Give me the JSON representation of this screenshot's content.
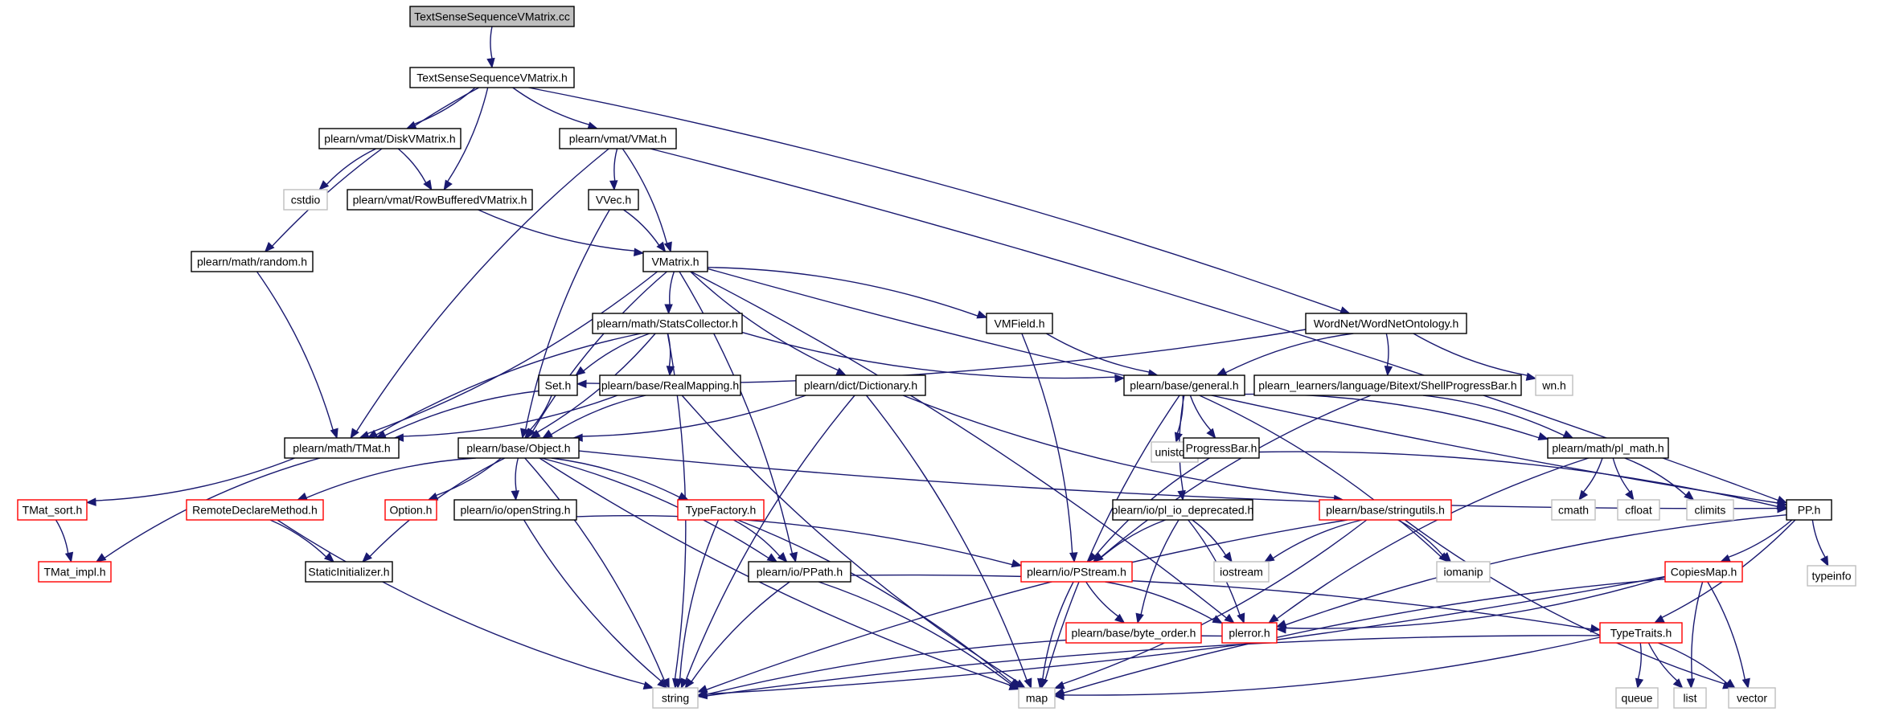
{
  "colors": {
    "edge": "#191970",
    "root_fill": "#bfbfbf",
    "node_border": "#000000",
    "incomplete_border": "#ff0000",
    "external_border": "#bfbfbf"
  },
  "nodes": [
    {
      "id": "root",
      "label": "TextSenseSequenceVMatrix.cc",
      "kind": "root"
    },
    {
      "id": "tssvm",
      "label": "TextSenseSequenceVMatrix.h",
      "kind": "black"
    },
    {
      "id": "disk",
      "label": "plearn/vmat/DiskVMatrix.h",
      "kind": "black"
    },
    {
      "id": "vmat",
      "label": "plearn/vmat/VMat.h",
      "kind": "black"
    },
    {
      "id": "cstdio",
      "label": "cstdio",
      "kind": "gray"
    },
    {
      "id": "rowbuf",
      "label": "plearn/vmat/RowBufferedVMatrix.h",
      "kind": "black"
    },
    {
      "id": "vvec",
      "label": "VVec.h",
      "kind": "black"
    },
    {
      "id": "random",
      "label": "plearn/math/random.h",
      "kind": "black"
    },
    {
      "id": "vmatrix",
      "label": "VMatrix.h",
      "kind": "black"
    },
    {
      "id": "stats",
      "label": "plearn/math/StatsCollector.h",
      "kind": "black"
    },
    {
      "id": "vmfield",
      "label": "VMField.h",
      "kind": "black"
    },
    {
      "id": "wordnet",
      "label": "WordNet/WordNetOntology.h",
      "kind": "black"
    },
    {
      "id": "set",
      "label": "Set.h",
      "kind": "black"
    },
    {
      "id": "realmap",
      "label": "plearn/base/RealMapping.h",
      "kind": "black"
    },
    {
      "id": "dict",
      "label": "plearn/dict/Dictionary.h",
      "kind": "black"
    },
    {
      "id": "general",
      "label": "plearn/base/general.h",
      "kind": "black"
    },
    {
      "id": "shellpb",
      "label": "plearn_learners/language/Bitext/ShellProgressBar.h",
      "kind": "black"
    },
    {
      "id": "wnh",
      "label": "wn.h",
      "kind": "gray"
    },
    {
      "id": "tmat",
      "label": "plearn/math/TMat.h",
      "kind": "black"
    },
    {
      "id": "object",
      "label": "plearn/base/Object.h",
      "kind": "black"
    },
    {
      "id": "unistd",
      "label": "unistd.h",
      "kind": "gray"
    },
    {
      "id": "progress",
      "label": "ProgressBar.h",
      "kind": "black"
    },
    {
      "id": "plmath",
      "label": "plearn/math/pl_math.h",
      "kind": "black"
    },
    {
      "id": "tmatsort",
      "label": "TMat_sort.h",
      "kind": "red"
    },
    {
      "id": "remote",
      "label": "RemoteDeclareMethod.h",
      "kind": "red"
    },
    {
      "id": "option",
      "label": "Option.h",
      "kind": "red"
    },
    {
      "id": "openstr",
      "label": "plearn/io/openString.h",
      "kind": "black"
    },
    {
      "id": "typefac",
      "label": "TypeFactory.h",
      "kind": "red"
    },
    {
      "id": "plio",
      "label": "plearn/io/pl_io_deprecated.h",
      "kind": "black"
    },
    {
      "id": "strutil",
      "label": "plearn/base/stringutils.h",
      "kind": "red"
    },
    {
      "id": "cmath",
      "label": "cmath",
      "kind": "gray"
    },
    {
      "id": "cfloat",
      "label": "cfloat",
      "kind": "gray"
    },
    {
      "id": "climits",
      "label": "climits",
      "kind": "gray"
    },
    {
      "id": "pp",
      "label": "PP.h",
      "kind": "black"
    },
    {
      "id": "tmatimpl",
      "label": "TMat_impl.h",
      "kind": "red"
    },
    {
      "id": "staticinit",
      "label": "StaticInitializer.h",
      "kind": "black"
    },
    {
      "id": "ppath",
      "label": "plearn/io/PPath.h",
      "kind": "black"
    },
    {
      "id": "pstream",
      "label": "plearn/io/PStream.h",
      "kind": "red"
    },
    {
      "id": "iostream",
      "label": "iostream",
      "kind": "gray"
    },
    {
      "id": "iomanip",
      "label": "iomanip",
      "kind": "gray"
    },
    {
      "id": "copies",
      "label": "CopiesMap.h",
      "kind": "red"
    },
    {
      "id": "typeinfo",
      "label": "typeinfo",
      "kind": "gray"
    },
    {
      "id": "byteorder",
      "label": "plearn/base/byte_order.h",
      "kind": "red"
    },
    {
      "id": "plerror",
      "label": "plerror.h",
      "kind": "red"
    },
    {
      "id": "typetraits",
      "label": "TypeTraits.h",
      "kind": "red"
    },
    {
      "id": "string",
      "label": "string",
      "kind": "gray"
    },
    {
      "id": "map",
      "label": "map",
      "kind": "gray"
    },
    {
      "id": "queue",
      "label": "queue",
      "kind": "gray"
    },
    {
      "id": "list",
      "label": "list",
      "kind": "gray"
    },
    {
      "id": "vector",
      "label": "vector",
      "kind": "gray"
    }
  ],
  "edges": [
    [
      "root",
      "tssvm"
    ],
    [
      "tssvm",
      "disk"
    ],
    [
      "tssvm",
      "vmat"
    ],
    [
      "tssvm",
      "rowbuf"
    ],
    [
      "tssvm",
      "random"
    ],
    [
      "tssvm",
      "wordnet"
    ],
    [
      "disk",
      "cstdio"
    ],
    [
      "disk",
      "rowbuf"
    ],
    [
      "vmat",
      "vvec"
    ],
    [
      "vmat",
      "vmatrix"
    ],
    [
      "vmat",
      "tmat"
    ],
    [
      "vmat",
      "pp"
    ],
    [
      "rowbuf",
      "vmatrix"
    ],
    [
      "vvec",
      "vmatrix"
    ],
    [
      "vvec",
      "object"
    ],
    [
      "random",
      "tmat"
    ],
    [
      "vmatrix",
      "stats"
    ],
    [
      "vmatrix",
      "vmfield"
    ],
    [
      "vmatrix",
      "dict"
    ],
    [
      "vmatrix",
      "tmat"
    ],
    [
      "vmatrix",
      "object"
    ],
    [
      "vmatrix",
      "ppath"
    ],
    [
      "vmatrix",
      "pp"
    ],
    [
      "vmatrix",
      "plerror"
    ],
    [
      "stats",
      "set"
    ],
    [
      "stats",
      "realmap"
    ],
    [
      "stats",
      "tmat"
    ],
    [
      "stats",
      "object"
    ],
    [
      "stats",
      "general"
    ],
    [
      "stats",
      "string"
    ],
    [
      "vmfield",
      "general"
    ],
    [
      "vmfield",
      "pstream"
    ],
    [
      "wordnet",
      "general"
    ],
    [
      "wordnet",
      "shellpb"
    ],
    [
      "wordnet",
      "wnh"
    ],
    [
      "wordnet",
      "set"
    ],
    [
      "set",
      "tmat"
    ],
    [
      "set",
      "object"
    ],
    [
      "realmap",
      "object"
    ],
    [
      "realmap",
      "tmat"
    ],
    [
      "realmap",
      "map"
    ],
    [
      "dict",
      "object"
    ],
    [
      "dict",
      "string"
    ],
    [
      "dict",
      "map"
    ],
    [
      "dict",
      "strutil"
    ],
    [
      "general",
      "unistd"
    ],
    [
      "general",
      "progress"
    ],
    [
      "general",
      "plmath"
    ],
    [
      "general",
      "plio"
    ],
    [
      "general",
      "iomanip"
    ],
    [
      "general",
      "map"
    ],
    [
      "shellpb",
      "plmath"
    ],
    [
      "shellpb",
      "pstream"
    ],
    [
      "tmat",
      "tmatsort"
    ],
    [
      "tmat",
      "tmatimpl"
    ],
    [
      "tmatsort",
      "tmatimpl"
    ],
    [
      "object",
      "remote"
    ],
    [
      "object",
      "option"
    ],
    [
      "object",
      "openstr"
    ],
    [
      "object",
      "typefac"
    ],
    [
      "object",
      "staticinit"
    ],
    [
      "object",
      "ppath"
    ],
    [
      "object",
      "pp"
    ],
    [
      "object",
      "string"
    ],
    [
      "object",
      "map"
    ],
    [
      "progress",
      "pp"
    ],
    [
      "progress",
      "pstream"
    ],
    [
      "plmath",
      "cmath"
    ],
    [
      "plmath",
      "cfloat"
    ],
    [
      "plmath",
      "climits"
    ],
    [
      "plmath",
      "plerror"
    ],
    [
      "remote",
      "staticinit"
    ],
    [
      "remote",
      "string"
    ],
    [
      "openstr",
      "pstream"
    ],
    [
      "openstr",
      "string"
    ],
    [
      "typefac",
      "ppath"
    ],
    [
      "typefac",
      "string"
    ],
    [
      "typefac",
      "map"
    ],
    [
      "plio",
      "pstream"
    ],
    [
      "plio",
      "iostream"
    ],
    [
      "plio",
      "byteorder"
    ],
    [
      "plio",
      "plerror"
    ],
    [
      "strutil",
      "iostream"
    ],
    [
      "strutil",
      "iomanip"
    ],
    [
      "strutil",
      "string"
    ],
    [
      "strutil",
      "map"
    ],
    [
      "strutil",
      "vector"
    ],
    [
      "pp",
      "copies"
    ],
    [
      "pp",
      "typeinfo"
    ],
    [
      "pp",
      "typetraits"
    ],
    [
      "pp",
      "plerror"
    ],
    [
      "ppath",
      "typetraits"
    ],
    [
      "ppath",
      "string"
    ],
    [
      "ppath",
      "map"
    ],
    [
      "pstream",
      "byteorder"
    ],
    [
      "pstream",
      "plerror"
    ],
    [
      "pstream",
      "map"
    ],
    [
      "copies",
      "plerror"
    ],
    [
      "copies",
      "list"
    ],
    [
      "copies",
      "vector"
    ],
    [
      "copies",
      "map"
    ],
    [
      "copies",
      "string"
    ],
    [
      "plerror",
      "string"
    ],
    [
      "typetraits",
      "queue"
    ],
    [
      "typetraits",
      "list"
    ],
    [
      "typetraits",
      "vector"
    ],
    [
      "typetraits",
      "string"
    ],
    [
      "typetraits",
      "map"
    ]
  ]
}
